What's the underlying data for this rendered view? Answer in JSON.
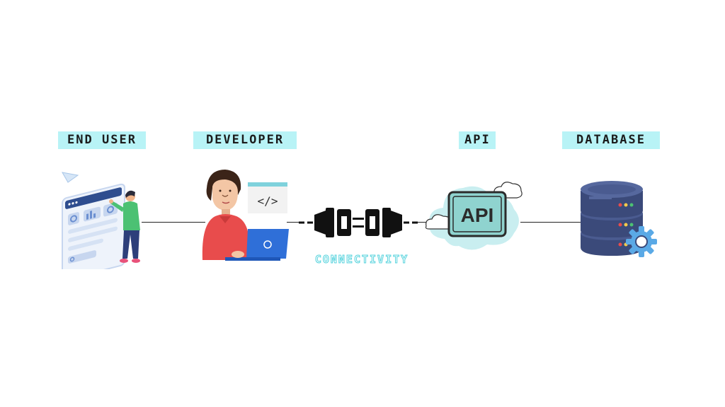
{
  "nodes": [
    {
      "id": "end-user",
      "label": "END USER"
    },
    {
      "id": "developer",
      "label": "DEVELOPER"
    },
    {
      "id": "api",
      "label": "API"
    },
    {
      "id": "database",
      "label": "DATABASE"
    }
  ],
  "connector": {
    "label": "CONNECTIVITY"
  },
  "api_screen_text": "API",
  "code_window_text": "</>",
  "colors": {
    "label_bg": "#b8f3f6",
    "connectivity_text": "#56d3dd",
    "db_body": "#3b4a7a",
    "gear": "#5aa9e6",
    "api_cloud": "#c9eef0",
    "api_screen": "#8fd3cf"
  }
}
